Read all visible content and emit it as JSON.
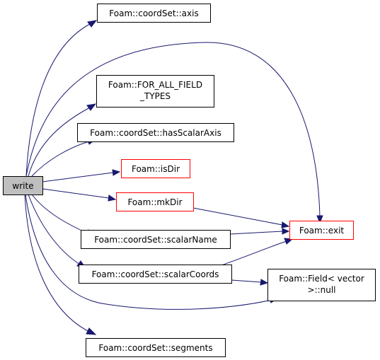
{
  "graph": {
    "nodes": {
      "write": {
        "label": "write",
        "fill": "#bfbfbf",
        "stroke": "#000000"
      },
      "axis": {
        "label": "Foam::coordSet::axis",
        "fill": "#ffffff",
        "stroke": "#000000"
      },
      "for_all": {
        "label_lines": [
          "Foam::FOR_ALL_FIELD",
          "_TYPES"
        ],
        "fill": "#ffffff",
        "stroke": "#000000"
      },
      "hasScalarAxis": {
        "label": "Foam::coordSet::hasScalarAxis",
        "fill": "#ffffff",
        "stroke": "#000000"
      },
      "isDir": {
        "label": "Foam::isDir",
        "fill": "#ffffff",
        "stroke": "#ff0000"
      },
      "mkDir": {
        "label": "Foam::mkDir",
        "fill": "#ffffff",
        "stroke": "#ff0000"
      },
      "exit": {
        "label": "Foam::exit",
        "fill": "#ffffff",
        "stroke": "#ff0000"
      },
      "scalarName": {
        "label": "Foam::coordSet::scalarName",
        "fill": "#ffffff",
        "stroke": "#000000"
      },
      "scalarCoords": {
        "label": "Foam::coordSet::scalarCoords",
        "fill": "#ffffff",
        "stroke": "#000000"
      },
      "fieldNull": {
        "label_lines": [
          "Foam::Field< vector",
          ">::null"
        ],
        "fill": "#ffffff",
        "stroke": "#000000"
      },
      "segments": {
        "label": "Foam::coordSet::segments",
        "fill": "#ffffff",
        "stroke": "#000000"
      }
    },
    "edge_color": "#191970"
  }
}
